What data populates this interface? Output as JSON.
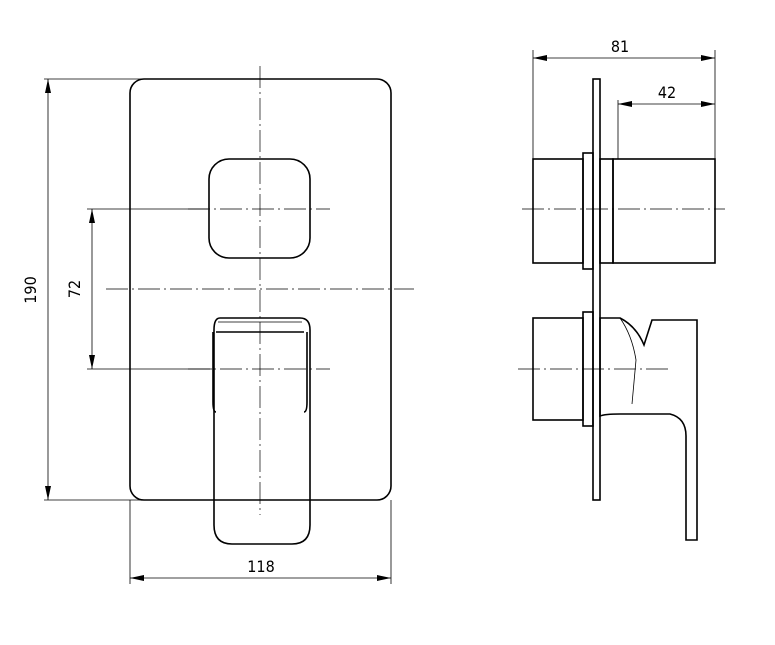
{
  "dimensions": {
    "plate_height": "190",
    "plate_width": "118",
    "axis_spacing": "72",
    "total_depth": "81",
    "knob_depth": "42"
  }
}
